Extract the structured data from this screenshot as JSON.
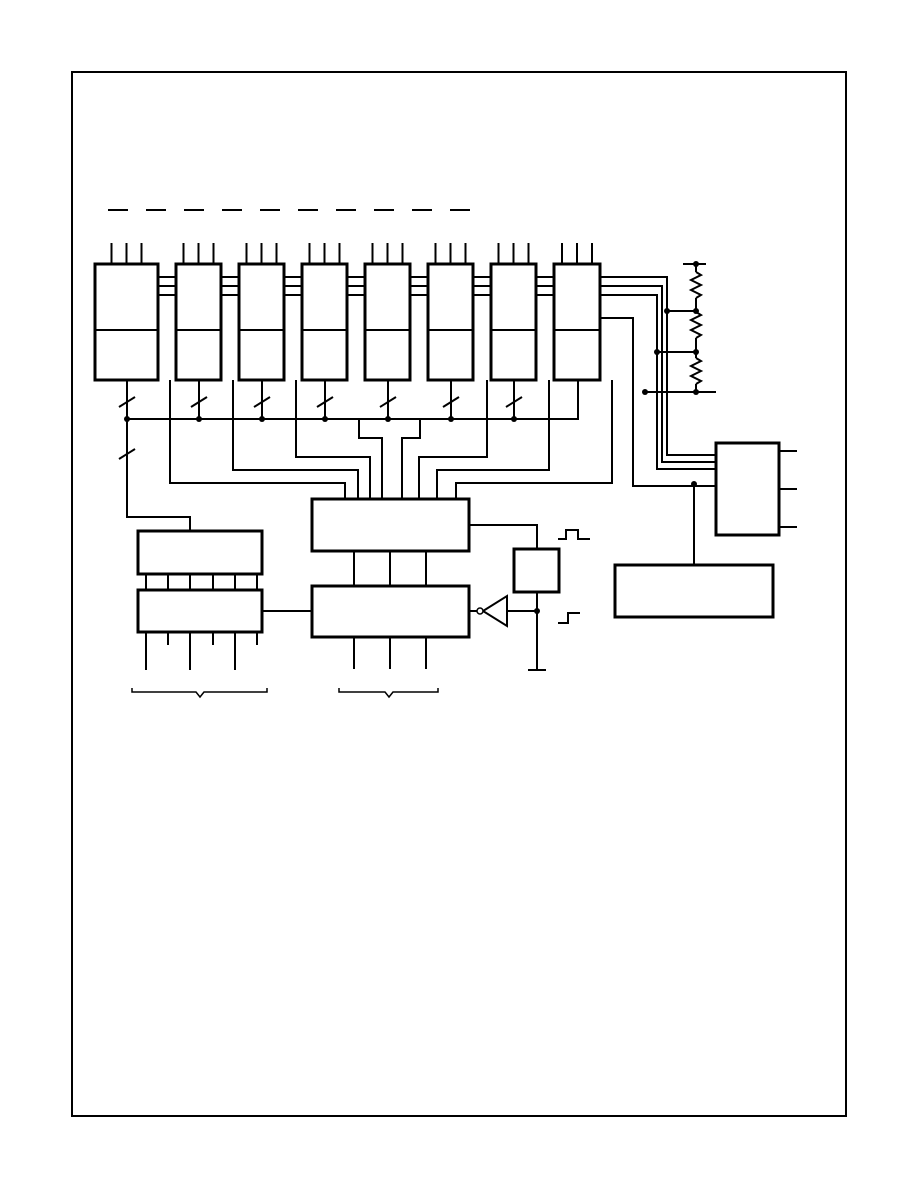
{
  "diagram": {
    "colors": {
      "ink": "#000000",
      "paper": "#ffffff"
    },
    "latch_count": 8,
    "inputs_per_latch": 3,
    "title_dash_count": 10,
    "resistor_count": 3
  }
}
